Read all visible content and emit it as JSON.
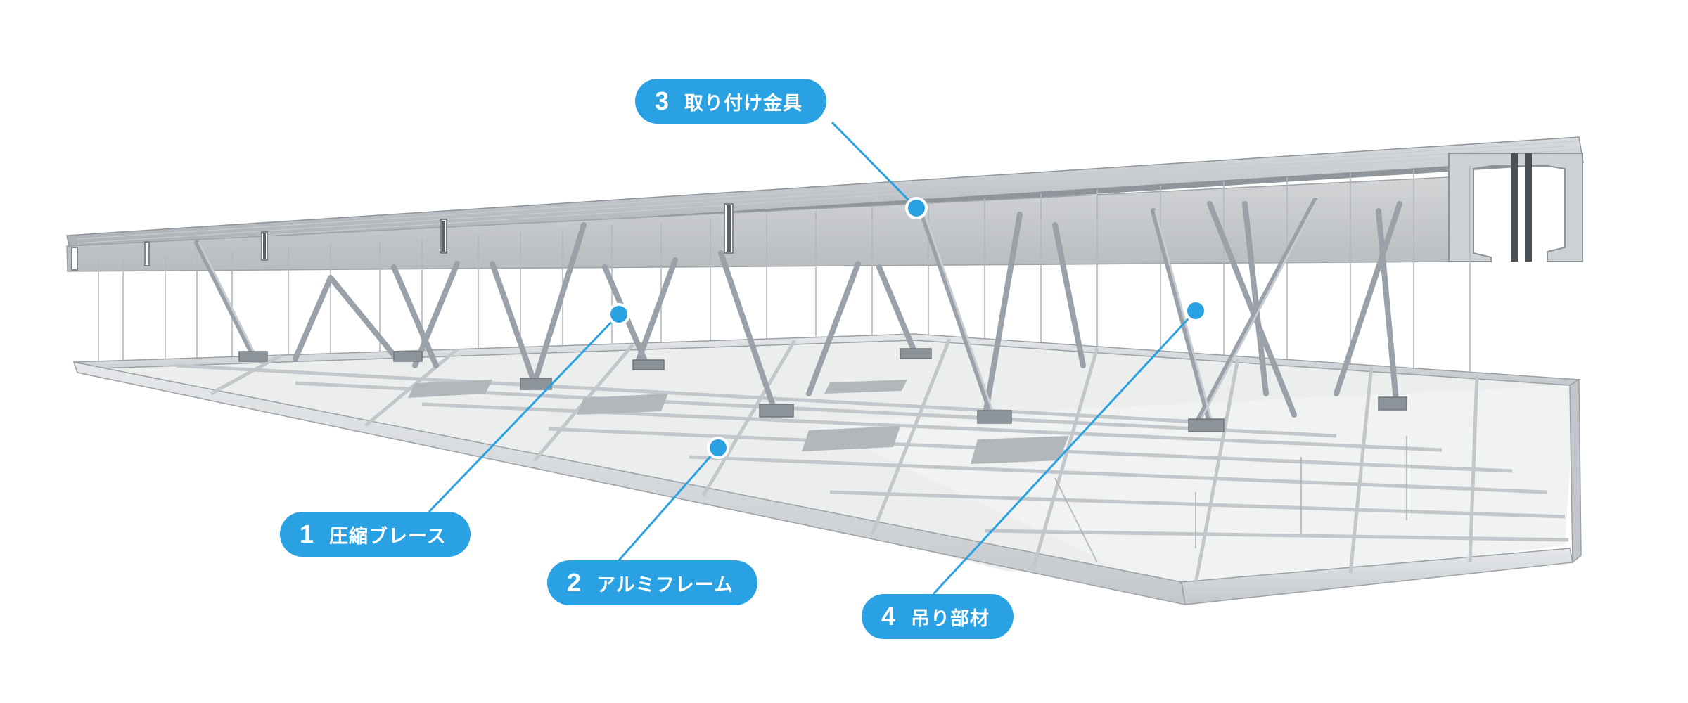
{
  "callouts": [
    {
      "number": "1",
      "label": "圧縮ブレース"
    },
    {
      "number": "2",
      "label": "アルミフレーム"
    },
    {
      "number": "3",
      "label": "取り付け金具"
    },
    {
      "number": "4",
      "label": "吊り部材"
    }
  ],
  "colors": {
    "callout": "#2aa1e2",
    "leader": "#2aa1e2",
    "frame": "#c9cdd2",
    "panel": "#eceeee",
    "steel": "#9aa1a8",
    "deck": "#b7bcc1"
  }
}
